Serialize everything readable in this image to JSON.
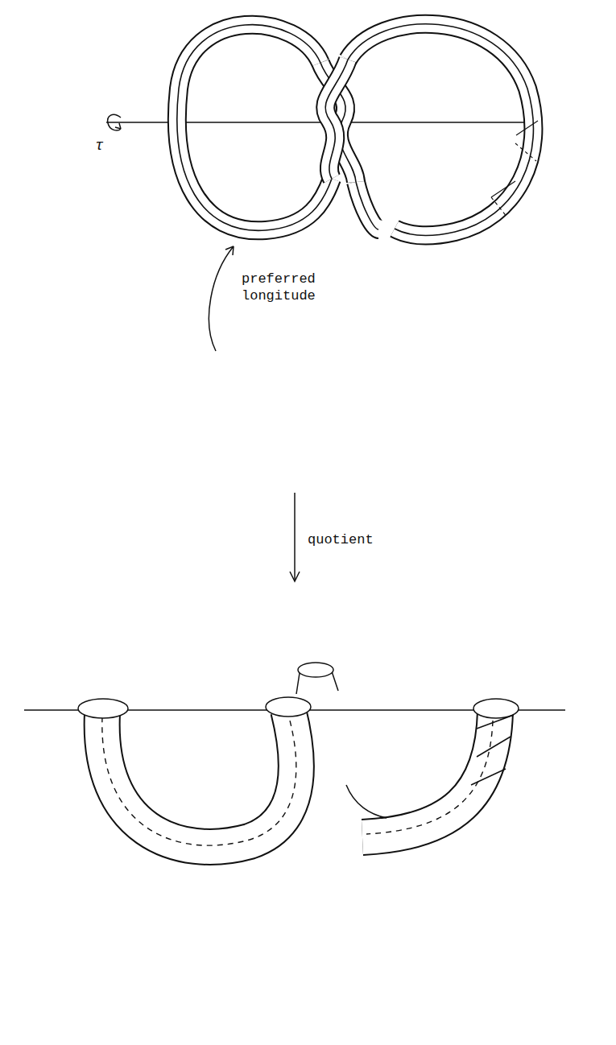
{
  "diagram": {
    "labels": [
      "τ",
      "preferred longitude",
      "quotient"
    ]
  }
}
